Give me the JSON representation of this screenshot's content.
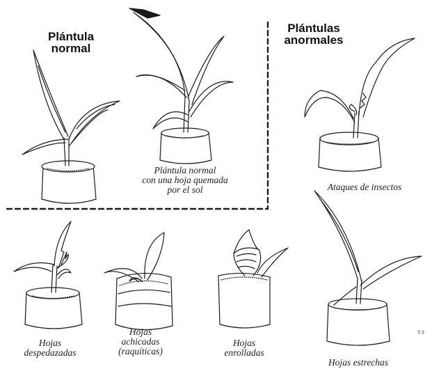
{
  "headings": {
    "normal": [
      "Plántula",
      "normal"
    ],
    "abnormal": [
      "Plántulas",
      "anormales"
    ]
  },
  "captions": {
    "sunburn": [
      "Plántula normal",
      "con una hoja quemada",
      "por el sol"
    ],
    "insects": [
      "Ataques de insectos"
    ],
    "torn": [
      "Hojas",
      "despedazadas"
    ],
    "stunted": [
      "Hojas",
      "achicadas",
      "(raquíticas)"
    ],
    "rolled": [
      "Hojas",
      "enrolladas"
    ],
    "narrow": [
      "Hojas estrechas"
    ]
  },
  "artist_initials": "T-T",
  "colors": {
    "ink": "#1a1a1a",
    "soil": "#555555",
    "background": "#ffffff"
  }
}
